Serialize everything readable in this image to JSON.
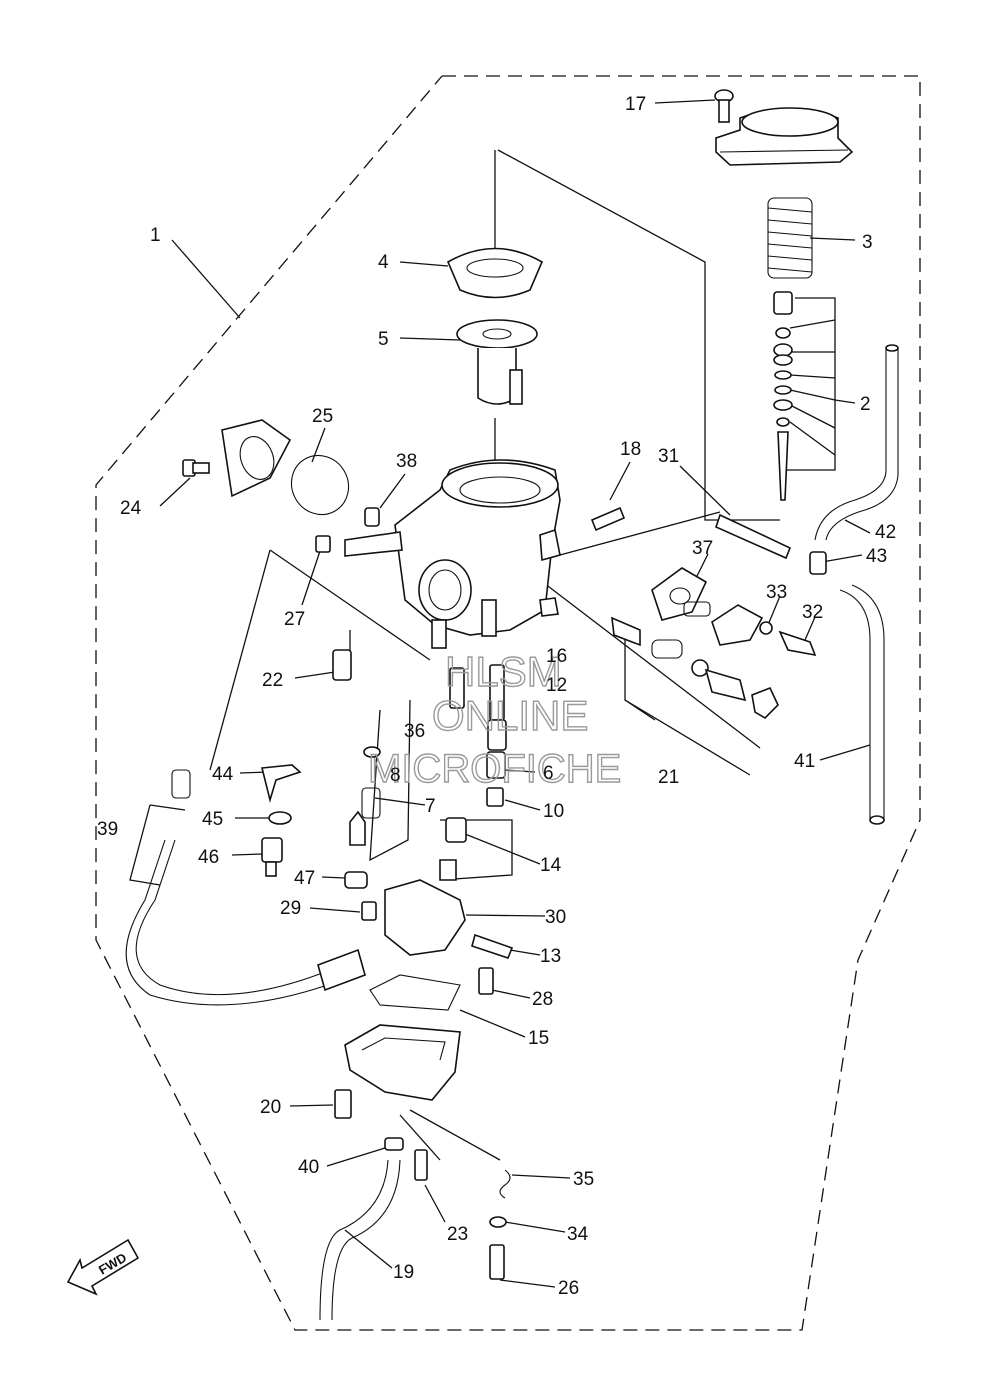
{
  "diagram": {
    "fwd_label": "FWD",
    "watermark": [
      "HLSM",
      "ONLINE",
      "MICROFICHE"
    ],
    "callouts": [
      "1",
      "2",
      "3",
      "4",
      "5",
      "6",
      "7",
      "8",
      "10",
      "12",
      "13",
      "14",
      "15",
      "16",
      "17",
      "18",
      "19",
      "20",
      "21",
      "22",
      "23",
      "24",
      "25",
      "26",
      "27",
      "28",
      "29",
      "30",
      "31",
      "32",
      "33",
      "34",
      "35",
      "36",
      "37",
      "38",
      "39",
      "40",
      "41",
      "42",
      "43",
      "44",
      "45",
      "46",
      "47"
    ]
  }
}
